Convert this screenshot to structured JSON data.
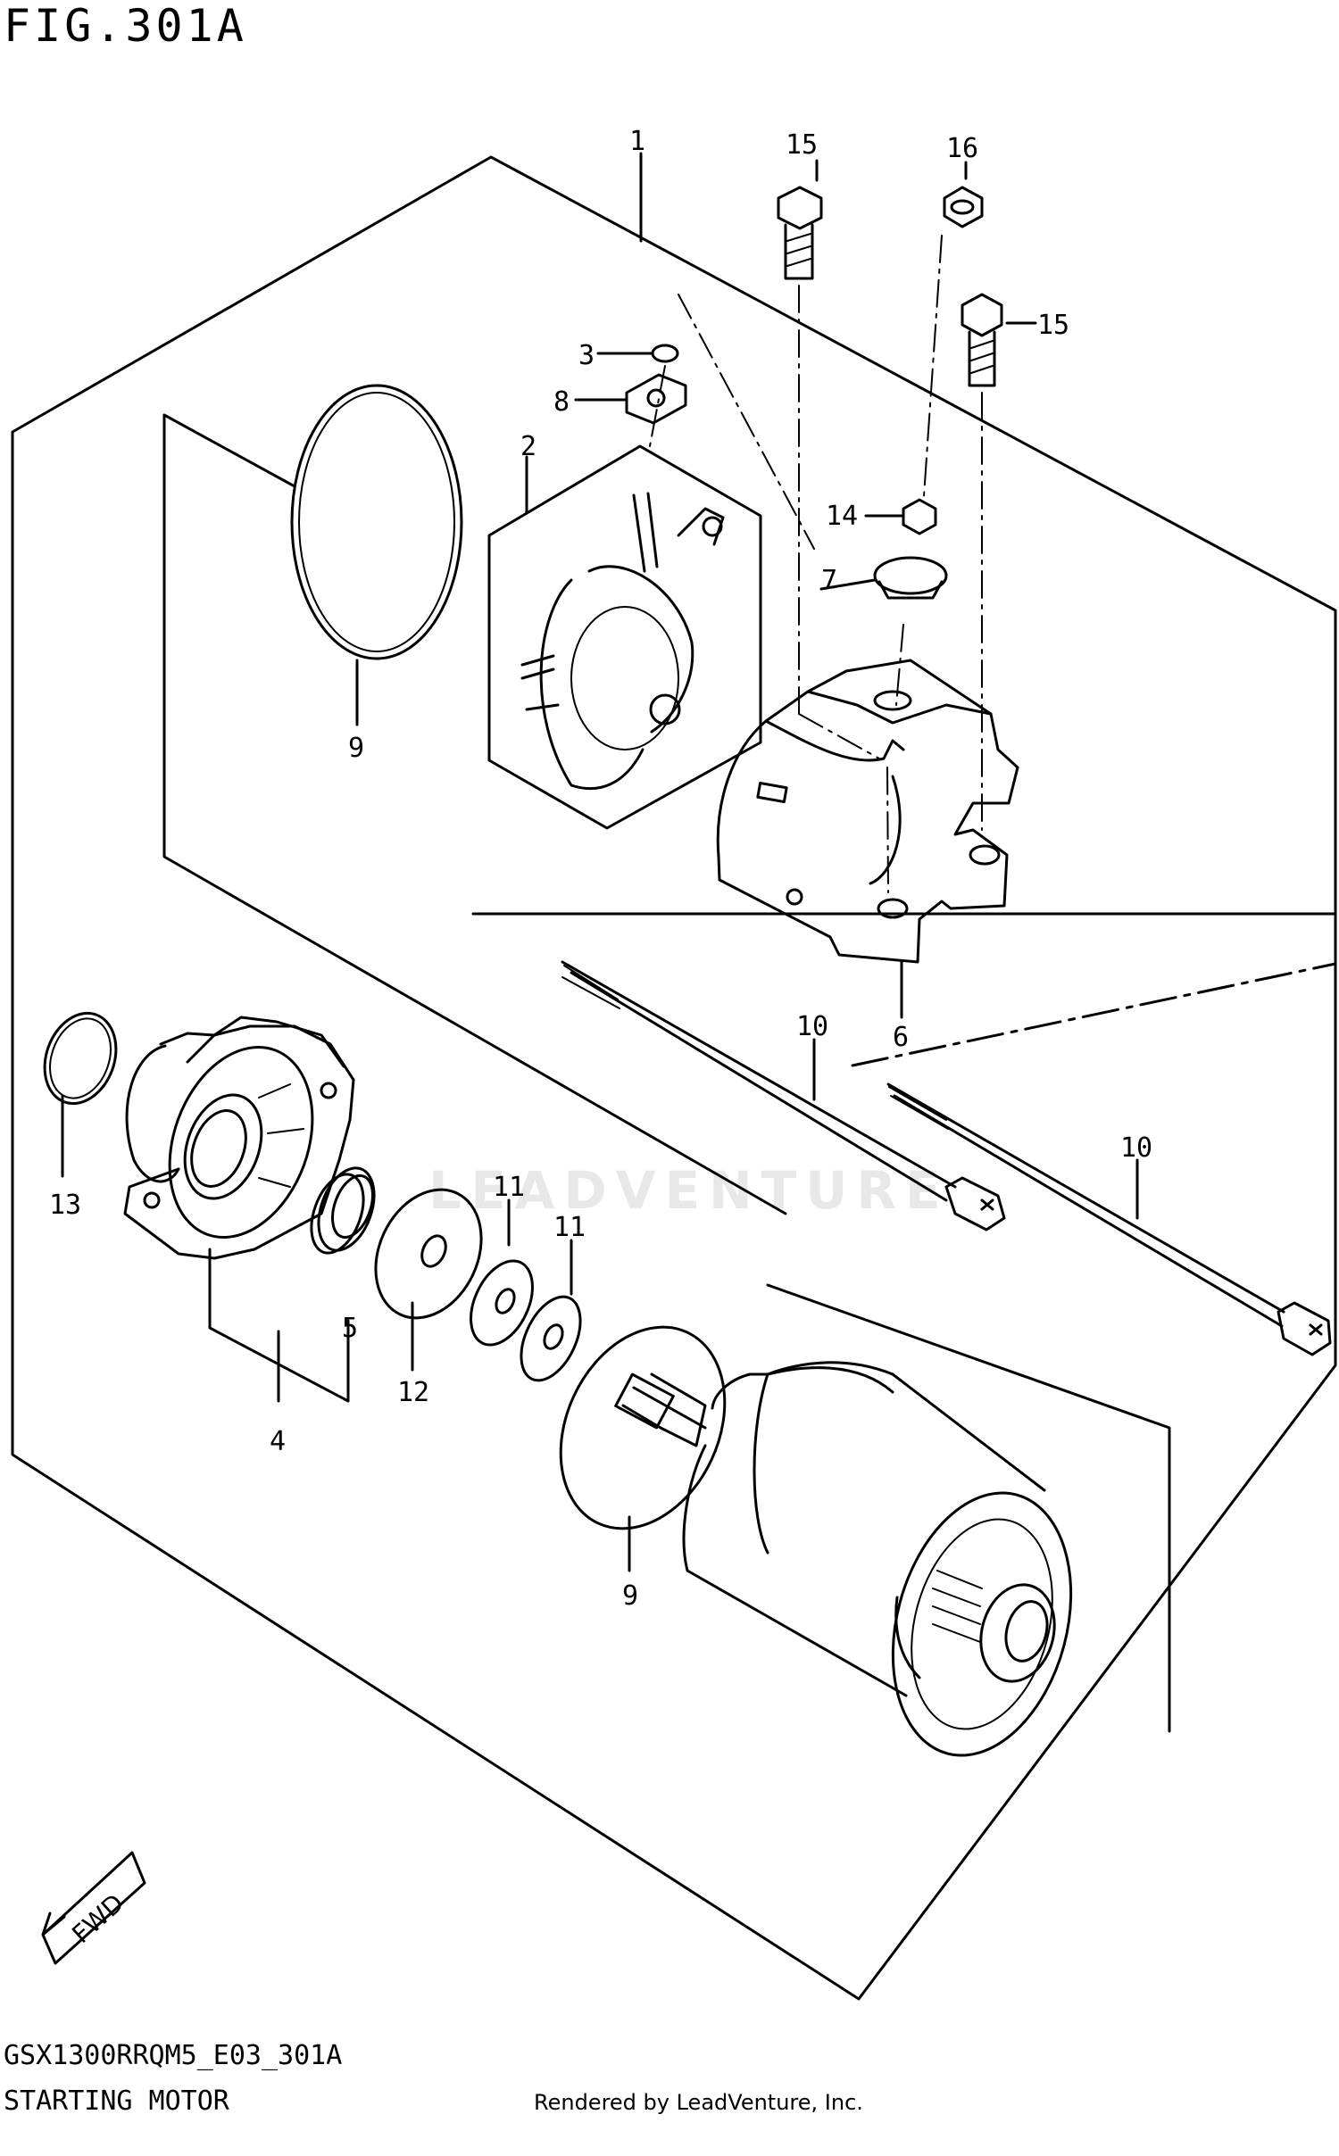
{
  "header": {
    "figure_title": "FIG.301A"
  },
  "footer": {
    "model_code": "GSX1300RRQM5_E03_301A",
    "diagram_name": "STARTING MOTOR",
    "credit": "Rendered by LeadVenture, Inc."
  },
  "watermark": "LEADVENTURE",
  "direction_marker": "FWD",
  "callouts": [
    {
      "id": "c1",
      "label": "1"
    },
    {
      "id": "c2",
      "label": "2"
    },
    {
      "id": "c3",
      "label": "3"
    },
    {
      "id": "c4",
      "label": "4"
    },
    {
      "id": "c5",
      "label": "5"
    },
    {
      "id": "c6",
      "label": "6"
    },
    {
      "id": "c7",
      "label": "7"
    },
    {
      "id": "c8",
      "label": "8"
    },
    {
      "id": "c9a",
      "label": "9"
    },
    {
      "id": "c9b",
      "label": "9"
    },
    {
      "id": "c10a",
      "label": "10"
    },
    {
      "id": "c10b",
      "label": "10"
    },
    {
      "id": "c11a",
      "label": "11"
    },
    {
      "id": "c11b",
      "label": "11"
    },
    {
      "id": "c12",
      "label": "12"
    },
    {
      "id": "c13",
      "label": "13"
    },
    {
      "id": "c14",
      "label": "14"
    },
    {
      "id": "c15a",
      "label": "15"
    },
    {
      "id": "c15b",
      "label": "15"
    },
    {
      "id": "c16",
      "label": "16"
    }
  ]
}
